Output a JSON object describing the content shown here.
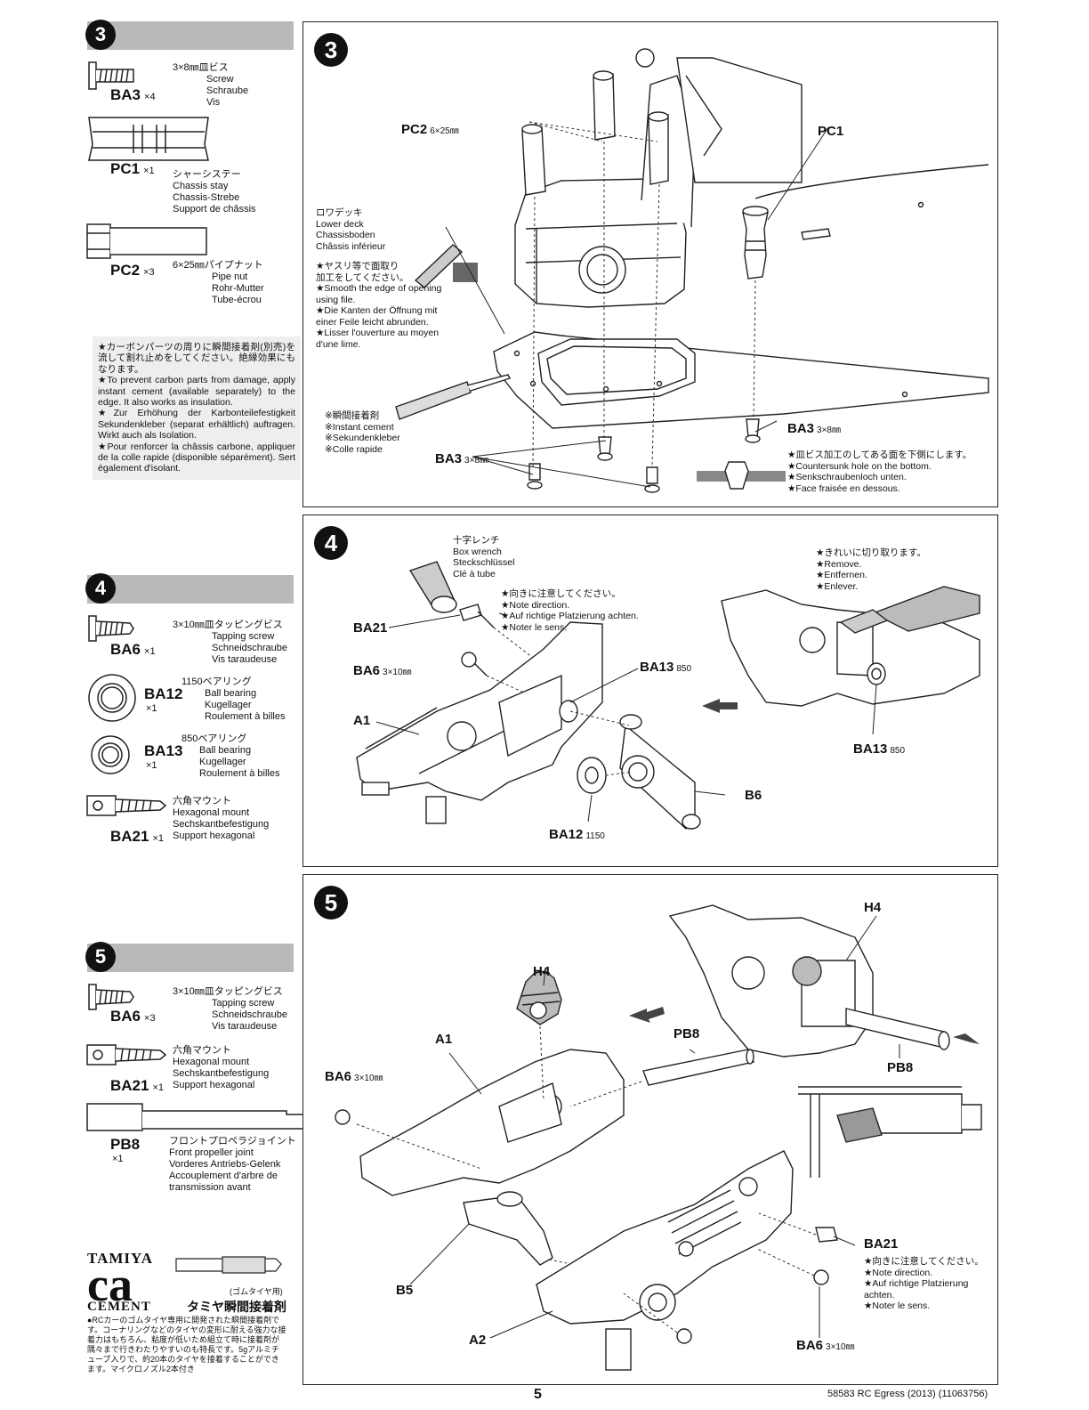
{
  "sidebar": {
    "step3": {
      "number": "3",
      "parts": [
        {
          "code": "BA3",
          "qty": "×4",
          "spec": "3×8㎜皿ビス",
          "names": [
            "Screw",
            "Schraube",
            "Vis"
          ]
        },
        {
          "code": "PC1",
          "qty": "×1",
          "spec": "シャーシステー",
          "names": [
            "Chassis stay",
            "Chassis-Strebe",
            "Support de châssis"
          ]
        },
        {
          "code": "PC2",
          "qty": "×3",
          "spec": "6×25㎜パイプナット",
          "names": [
            "Pipe nut",
            "Rohr-Mutter",
            "Tube-écrou"
          ]
        }
      ],
      "note": [
        "★カーボンパーツの周りに瞬間接着剤(別売)を流して割れ止めをしてください。絶縁効果にもなります。",
        "★To prevent carbon parts from damage, apply instant cement (available separately) to the edge. It also works as insulation.",
        "★Zur Erhöhung der Karbonteilefestigkeit Sekundenkleber (separat erhältlich) auftragen. Wirkt auch als Isolation.",
        "★Pour renforcer la châssis carbone, appliquer de la colle rapide (disponible séparément). Sert également d'isolant."
      ]
    },
    "step4": {
      "number": "4",
      "parts": [
        {
          "code": "BA6",
          "qty": "×1",
          "spec": "3×10㎜皿タッピングビス",
          "names": [
            "Tapping screw",
            "Schneidschraube",
            "Vis taraudeuse"
          ]
        },
        {
          "code": "BA12",
          "qty": "×1",
          "spec": "1150ベアリング",
          "names": [
            "Ball bearing",
            "Kugellager",
            "Roulement à billes"
          ]
        },
        {
          "code": "BA13",
          "qty": "×1",
          "spec": "850ベアリング",
          "names": [
            "Ball bearing",
            "Kugellager",
            "Roulement à billes"
          ]
        },
        {
          "code": "BA21",
          "qty": "×1",
          "spec": "六角マウント",
          "names": [
            "Hexagonal mount",
            "Sechskantbefestigung",
            "Support hexagonal"
          ]
        }
      ]
    },
    "step5": {
      "number": "5",
      "parts": [
        {
          "code": "BA6",
          "qty": "×3",
          "spec": "3×10㎜皿タッピングビス",
          "names": [
            "Tapping screw",
            "Schneidschraube",
            "Vis taraudeuse"
          ]
        },
        {
          "code": "BA21",
          "qty": "×1",
          "spec": "六角マウント",
          "names": [
            "Hexagonal mount",
            "Sechskantbefestigung",
            "Support hexagonal"
          ]
        },
        {
          "code": "PB8",
          "qty": "×1",
          "spec": "フロントプロペラジョイント",
          "names": [
            "Front propeller joint",
            "Vorderes Antriebs-Gelenk",
            "Accouplement d'arbre de transmission avant"
          ]
        }
      ]
    },
    "logo": {
      "brand": "TAMIYA",
      "product": "ca",
      "cement": "CEMENT",
      "tube_label": "(ゴムタイヤ用)",
      "jp_name": "タミヤ瞬間接着剤",
      "desc": "●RCカーのゴムタイヤ専用に開発された瞬間接着剤です。コーナリングなどのタイヤの変形に耐える強力な接着力はもちろん、粘度が低いため組立て時に接着剤が隅々まで行きわたりやすいのも特長です。5gアルミチューブ入りで、約20本のタイヤを接着することができます。マイクロノズル2本付き"
    }
  },
  "panel3": {
    "number": "3",
    "labels": {
      "pc2": "PC2",
      "pc2_size": "6×25㎜",
      "pc1": "PC1",
      "ba3_right": "BA3",
      "ba3_right_size": "3×8㎜",
      "ba3_left": "BA3",
      "ba3_left_size": "3×8㎜"
    },
    "lower_deck": [
      "ロワデッキ",
      "Lower deck",
      "Chassisboden",
      "Châssis inférieur"
    ],
    "file_note": [
      "★ヤスリ等で面取り",
      "加工をしてください。",
      "★Smooth the edge of opening",
      "using file.",
      "★Die Kanten der Öffnung mit",
      "einer Feile leicht abrunden.",
      "★Lisser l'ouverture au moyen",
      "d'une lime."
    ],
    "cement_note": [
      "※瞬間接着剤",
      "※Instant cement",
      "※Sekundenkleber",
      "※Colle rapide"
    ],
    "countersunk_note": [
      "★皿ビス加工のしてある面を下側にします。",
      "★Countersunk hole on the bottom.",
      "★Senkschraubenloch unten.",
      "★Face fraisée en dessous."
    ]
  },
  "panel4": {
    "number": "4",
    "wrench": [
      "十字レンチ",
      "Box wrench",
      "Steckschlüssel",
      "Clé à tube"
    ],
    "direction": [
      "★向きに注意してください。",
      "★Note direction.",
      "★Auf richtige Platzierung achten.",
      "★Noter le sens."
    ],
    "remove": [
      "★きれいに切り取ります。",
      "★Remove.",
      "★Entfernen.",
      "★Enlever."
    ],
    "labels": {
      "ba21": "BA21",
      "ba6": "BA6",
      "ba6_size": "3×10㎜",
      "a1": "A1",
      "ba13": "BA13",
      "ba13_size": "850",
      "ba13_right": "BA13",
      "ba13_right_size": "850",
      "b6": "B6",
      "ba12": "BA12",
      "ba12_size": "1150"
    }
  },
  "panel5": {
    "number": "5",
    "labels": {
      "h4_top": "H4",
      "h4": "H4",
      "a1": "A1",
      "pb8": "PB8",
      "pb8_right": "PB8",
      "ba6": "BA6",
      "ba6_size": "3×10㎜",
      "ba21": "BA21",
      "b5": "B5",
      "a2": "A2",
      "ba6_bottom": "BA6",
      "ba6_bottom_size": "3×10㎜"
    },
    "direction": [
      "★向きに注意してください。",
      "★Note direction.",
      "★Auf richtige Platzierung",
      "achten.",
      "★Noter le sens."
    ]
  },
  "footer": {
    "page": "5",
    "code": "58583 RC Egress (2013) (11063756)"
  }
}
